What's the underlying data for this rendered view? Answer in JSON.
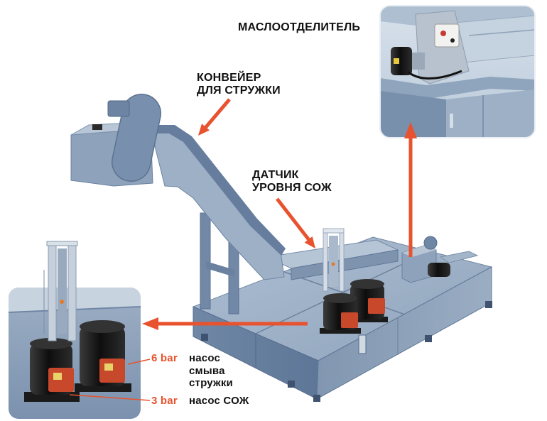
{
  "labels": {
    "oil_separator": "МАСЛООТДЕЛИТЕЛЬ",
    "conveyor": {
      "line1": "КОНВЕЙЕР",
      "line2": "ДЛЯ СТРУЖКИ"
    },
    "level_sensor": {
      "line1": "ДАТЧИК",
      "line2": "УРОВНЯ СОЖ"
    },
    "flush_pump": {
      "pressure": "6 bar",
      "line1": "насос",
      "line2": "смыва",
      "line3": "стружки"
    },
    "coolant_pump": {
      "pressure": "3 bar",
      "line1": "насос СОЖ"
    }
  },
  "colors": {
    "arrow": "#e8522e",
    "pressure_text": "#e8522e",
    "label_text": "#111111",
    "steel": "#8298b2",
    "pump_body": "#111111",
    "junction_box": "#c8482c"
  }
}
